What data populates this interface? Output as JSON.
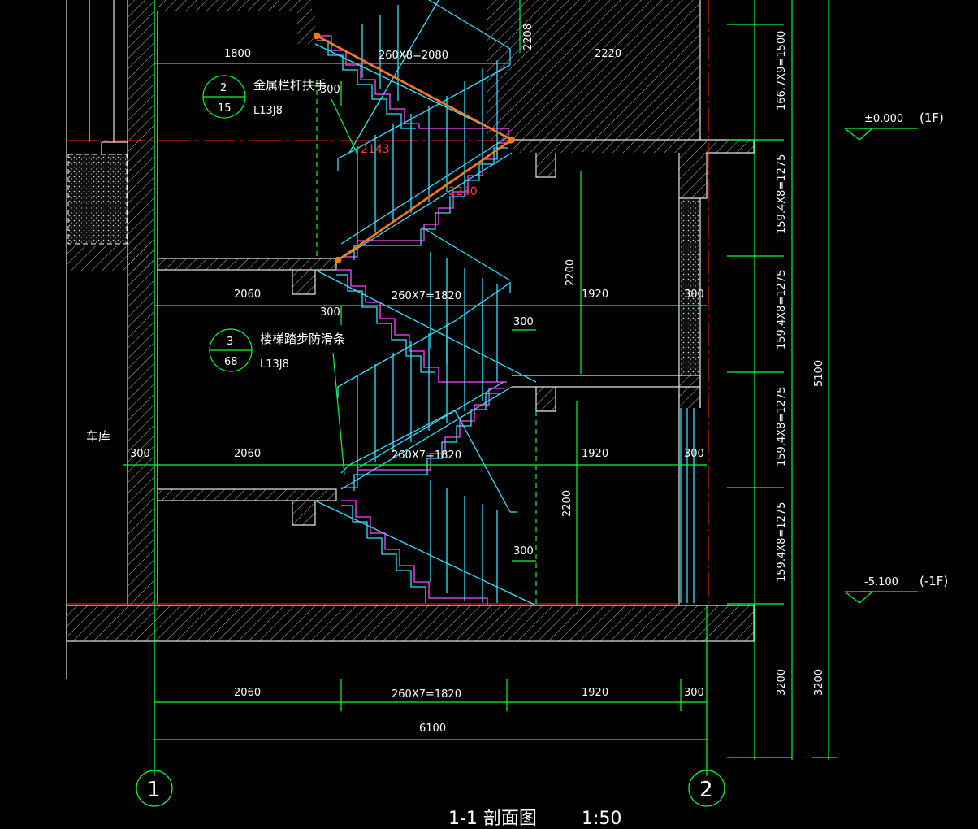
{
  "drawing": {
    "title": "1-1 剖面图",
    "scale": "1:50",
    "colors": {
      "background": "#000000",
      "dimension": "#00ff3a",
      "wall": "#e6e6e6",
      "stair": "#35e0ff",
      "finish": "#ff4dff",
      "level_line": "#ff2222",
      "highlight": "#ff7a1a"
    }
  },
  "callouts": [
    {
      "num": "2",
      "sheet": "15",
      "atlas": "L13J8",
      "text": "金属栏杆扶手"
    },
    {
      "num": "3",
      "sheet": "68",
      "atlas": "L13J8",
      "text": "楼梯踏步防滑条"
    }
  ],
  "room_label": "车库",
  "levels": [
    {
      "value": "±0.000",
      "floor": "(1F)"
    },
    {
      "value": "-5.100",
      "floor": "(-1F)"
    }
  ],
  "axes": [
    "1",
    "2"
  ],
  "dims_horizontal": {
    "top_row": [
      "1800",
      "260X8=2080",
      "2220"
    ],
    "row_1": [
      "2060",
      "260X7=1820",
      "1920",
      "300"
    ],
    "row_2": [
      "300",
      "2060",
      "260X7=1820",
      "1920",
      "300"
    ],
    "bottom_row": [
      "2060",
      "260X7=1820",
      "1920",
      "300"
    ],
    "total": "6100",
    "misc": [
      "300",
      "300",
      "300",
      "300",
      "2208"
    ]
  },
  "dims_vertical": {
    "right_column": [
      "166.7X9=1500",
      "159.4X8=1275",
      "159.4X8=1275",
      "159.4X8=1275",
      "159.4X8=1275"
    ],
    "total": "5100",
    "bottom_left": "3200",
    "bottom_right": "3200",
    "clear_heights": [
      "2200",
      "2200"
    ]
  },
  "annotations": [
    "2143",
    "2230"
  ]
}
